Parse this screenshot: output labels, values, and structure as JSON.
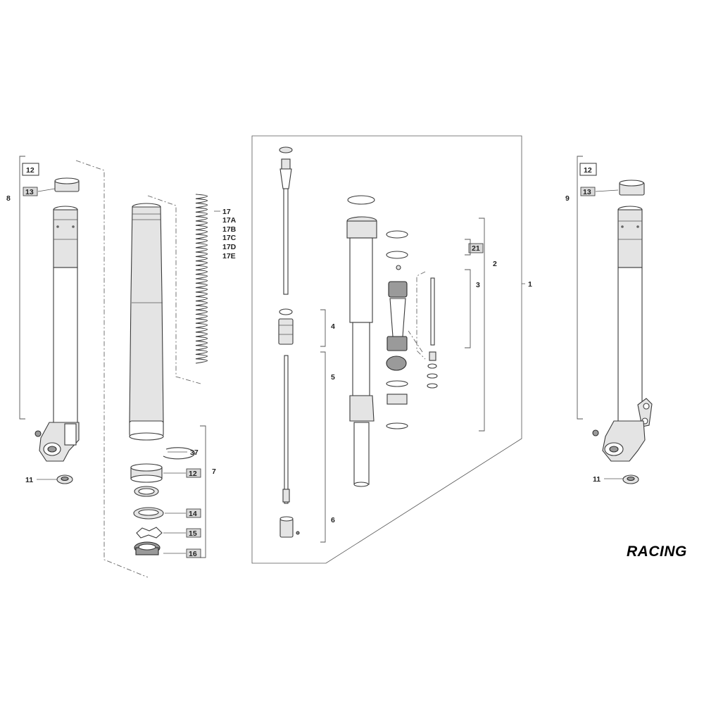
{
  "labels": {
    "left_box_12": "12",
    "left_box_13": "13",
    "left_8": "8",
    "left_11": "11",
    "spring_17": "17",
    "spring_17a": "17A",
    "spring_17b": "17B",
    "spring_17c": "17C",
    "spring_17d": "17D",
    "spring_17e": "17E",
    "kit_37": "37",
    "kit_12": "12",
    "kit_7": "7",
    "kit_14": "14",
    "kit_15": "15",
    "kit_16": "16",
    "cart_21": "21",
    "cart_2": "2",
    "cart_3": "3",
    "cart_1": "1",
    "cart_4": "4",
    "cart_5": "5",
    "cart_6": "6",
    "right_box_12": "12",
    "right_box_13": "13",
    "right_9": "9",
    "right_11": "11"
  },
  "badge": "RACING"
}
